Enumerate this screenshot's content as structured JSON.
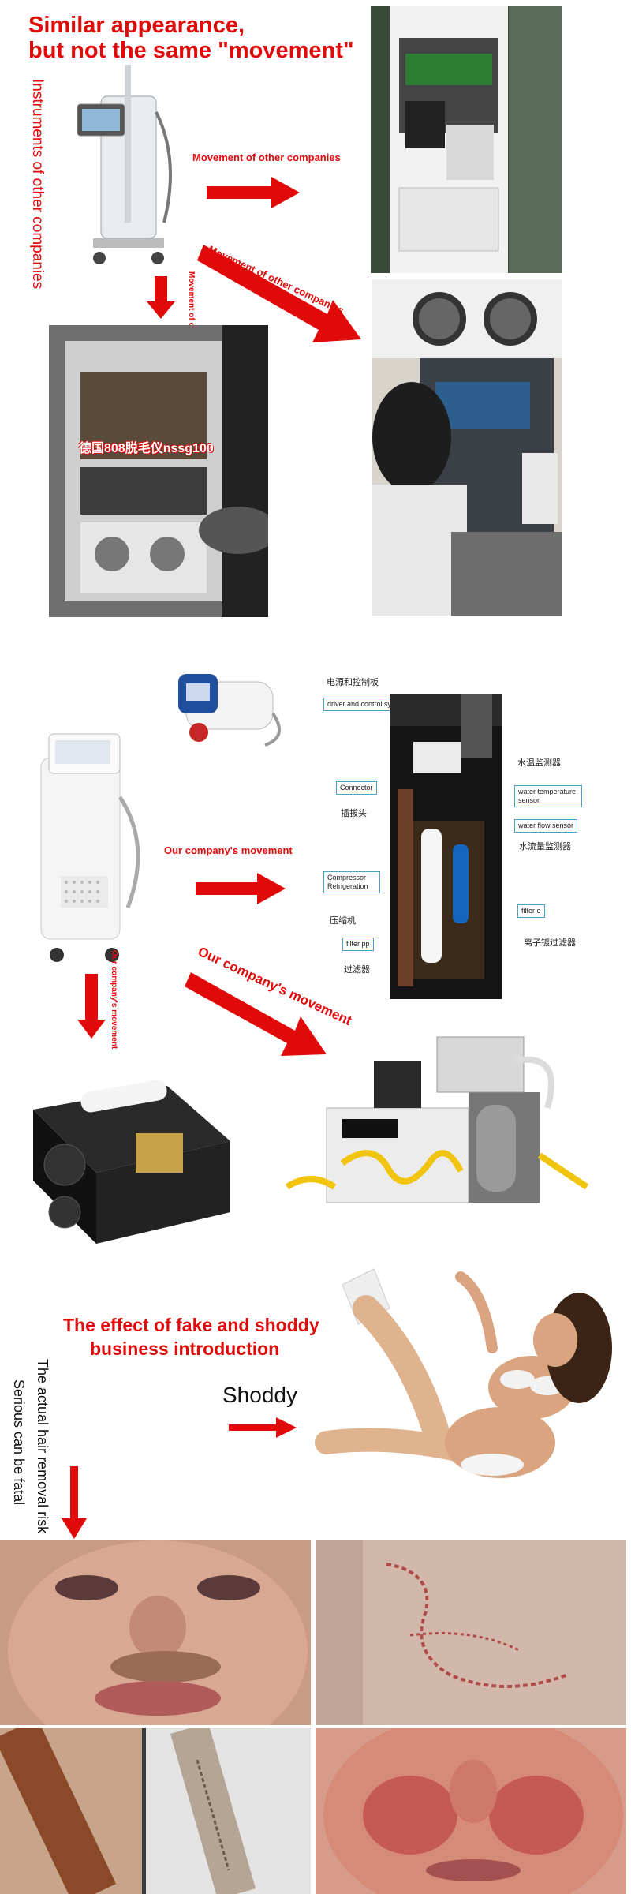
{
  "section1": {
    "title_line1": "Similar appearance,",
    "title_line2": "but not the same \"movement\"",
    "vertical_label": "Instruments of other companies",
    "arrow_label_right": "Movement of other companies",
    "arrow_label_diag": "Movement of other companies",
    "arrow_label_down": "Movement of other companies",
    "overlay_text": "德国808脱毛仪nssg100"
  },
  "section2": {
    "top_label_cn": "电源和控制板",
    "callouts": {
      "driver": "driver and control system",
      "connector": "Connector",
      "water_temp": "water temperature sensor",
      "water_flow": "water flow sensor",
      "compressor": "Compressor Refrigeration",
      "filter_pp": "filter pp",
      "filter_e": "filter e"
    },
    "cn_labels": {
      "water_monitor": "水温监测器",
      "connector_cn": "插拔头",
      "flow_monitor": "水流量监测器",
      "compressor_cn": "压缩机",
      "filter_cn": "过滤器",
      "ion_filter": "离子镀过滤器"
    },
    "arrow_label_right": "Our company's movement",
    "arrow_label_diag": "Our company's movement",
    "arrow_label_down": "Our company's movement"
  },
  "section3": {
    "title_line1": "The effect of fake and shoddy",
    "title_line2": "business introduction",
    "shoddy": "Shoddy",
    "vertical_1": "The actual hair removal risk",
    "vertical_2": "Serious can be fatal"
  },
  "colors": {
    "accent": "#e10a0a",
    "callout_border": "#4aa3c6"
  }
}
